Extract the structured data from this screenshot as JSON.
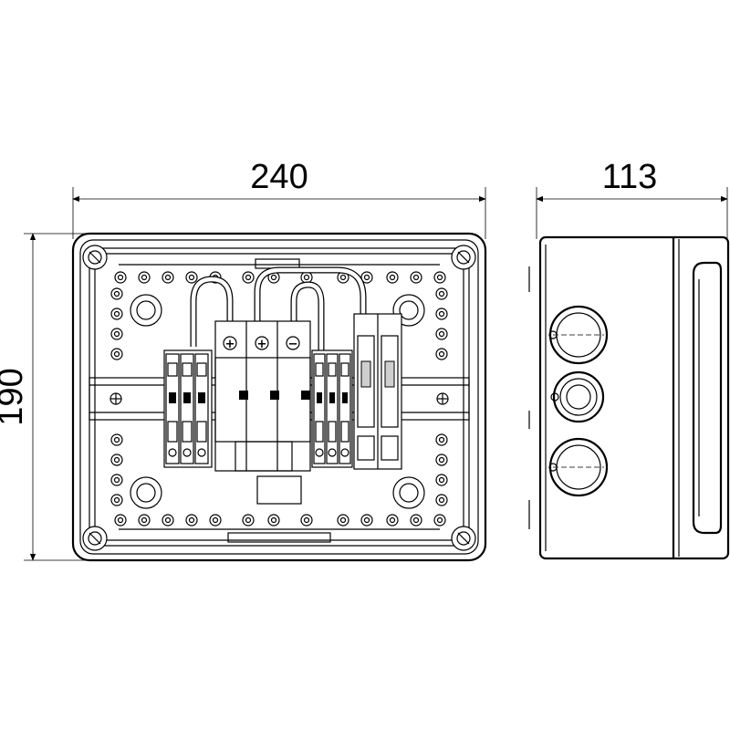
{
  "dimensions": {
    "width_label": "240",
    "height_label": "190",
    "depth_label": "113"
  },
  "terminal_marks": {
    "plus_1": "+",
    "plus_2": "+",
    "minus": "−"
  },
  "icons": {
    "screw": "screw-head-icon",
    "gland": "cable-gland-icon",
    "fuse": "fuse-holder-icon",
    "arrester": "surge-arrester-icon"
  }
}
